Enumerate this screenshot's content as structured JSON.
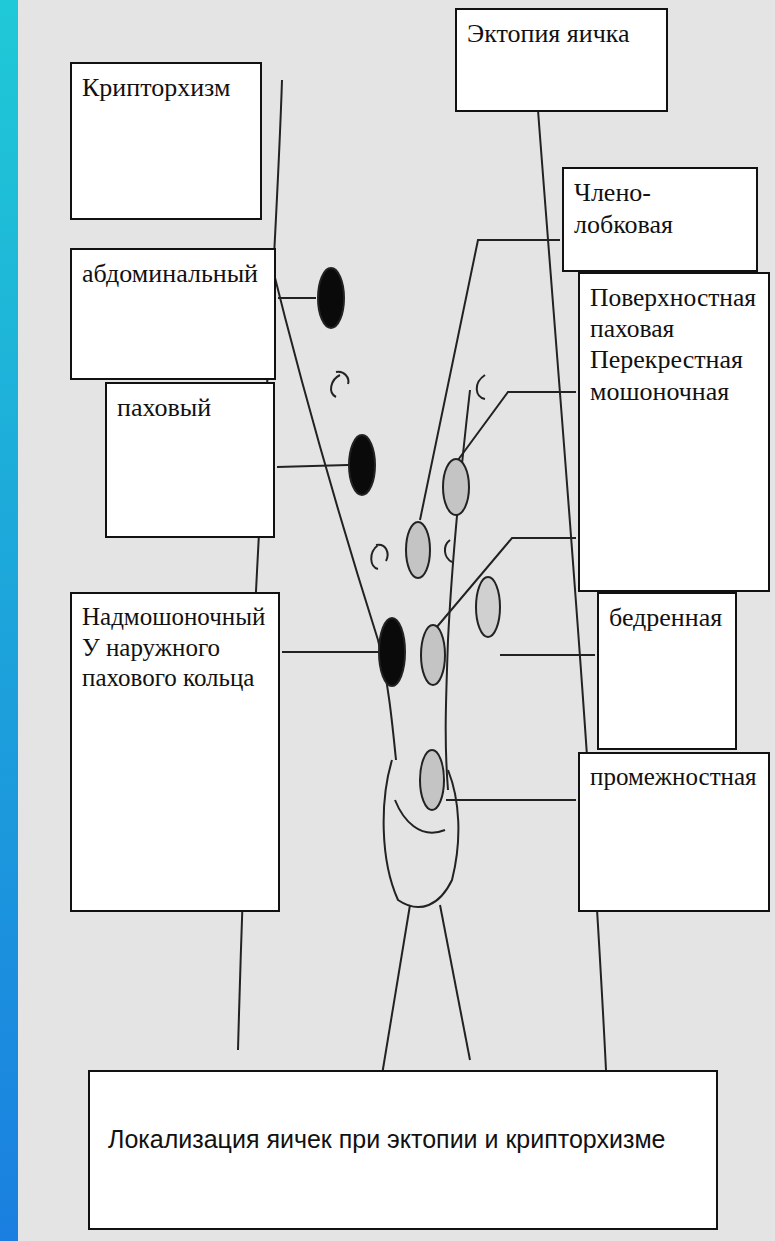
{
  "diagram": {
    "nodes": [
      {
        "text": [
          "Крипторхизм"
        ]
      },
      {
        "text": [
          "Эктопия яичка"
        ]
      },
      {
        "text": [
          "Члено-лобковая"
        ]
      },
      {
        "text": [
          "абдоминальный"
        ]
      },
      {
        "text": [
          "Поверхностная паховая",
          "Перекрестная мошоночная"
        ]
      },
      {
        "text": [
          "паховый"
        ]
      },
      {
        "text": [
          "Надмошоночный У наружного пахового кольца"
        ]
      },
      {
        "text": [
          "бедренная"
        ]
      },
      {
        "text": [
          "промежностная"
        ]
      },
      {
        "text": [
          "Локализация яичек при эктопии и крипторхизме"
        ]
      }
    ]
  }
}
